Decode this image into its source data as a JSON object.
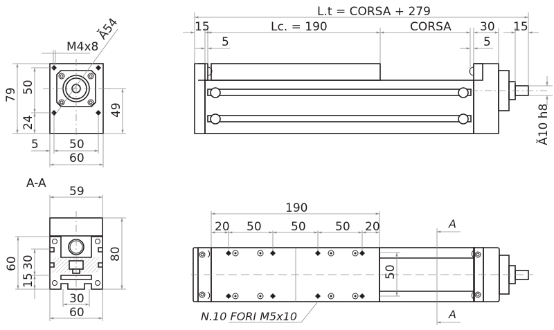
{
  "drawing": {
    "type": "technical drawing – linear actuator / slide unit",
    "line_color": "#231f20",
    "dimension_color": "#8a8a8a",
    "background": "#ffffff"
  },
  "front_view": {
    "thread": "M4x8",
    "bolt_circle": "Ă54",
    "dims": {
      "total_height": "79",
      "hole_spacing_v": "50",
      "lower_offset": "24",
      "center_height": "49",
      "left_offset": "5",
      "hole_spacing_h": "50",
      "width": "60"
    }
  },
  "side_view": {
    "total_length": "L.t = CORSA + 279",
    "left_end": "15",
    "carriage_length": "Lc. = 190",
    "stroke": "CORSA",
    "right_block": "30",
    "shaft_length": "15",
    "left_small": "5",
    "right_small": "5",
    "shaft_diameter": "Ă10 h8"
  },
  "section": {
    "title": "A-A",
    "dims": {
      "top_width": "59",
      "total_height": "80",
      "profile_height": "60",
      "slot_spacing": "30",
      "slot_offset": "15",
      "bottom_slot": "30",
      "width": "60"
    }
  },
  "top_view": {
    "carriage_length": "190",
    "hole_spacing": [
      "20",
      "50",
      "50",
      "50",
      "20"
    ],
    "rod_spacing": "50",
    "holes_note": "N.10 FORI M5x10",
    "section_mark_top": "A",
    "section_mark_bottom": "A"
  }
}
